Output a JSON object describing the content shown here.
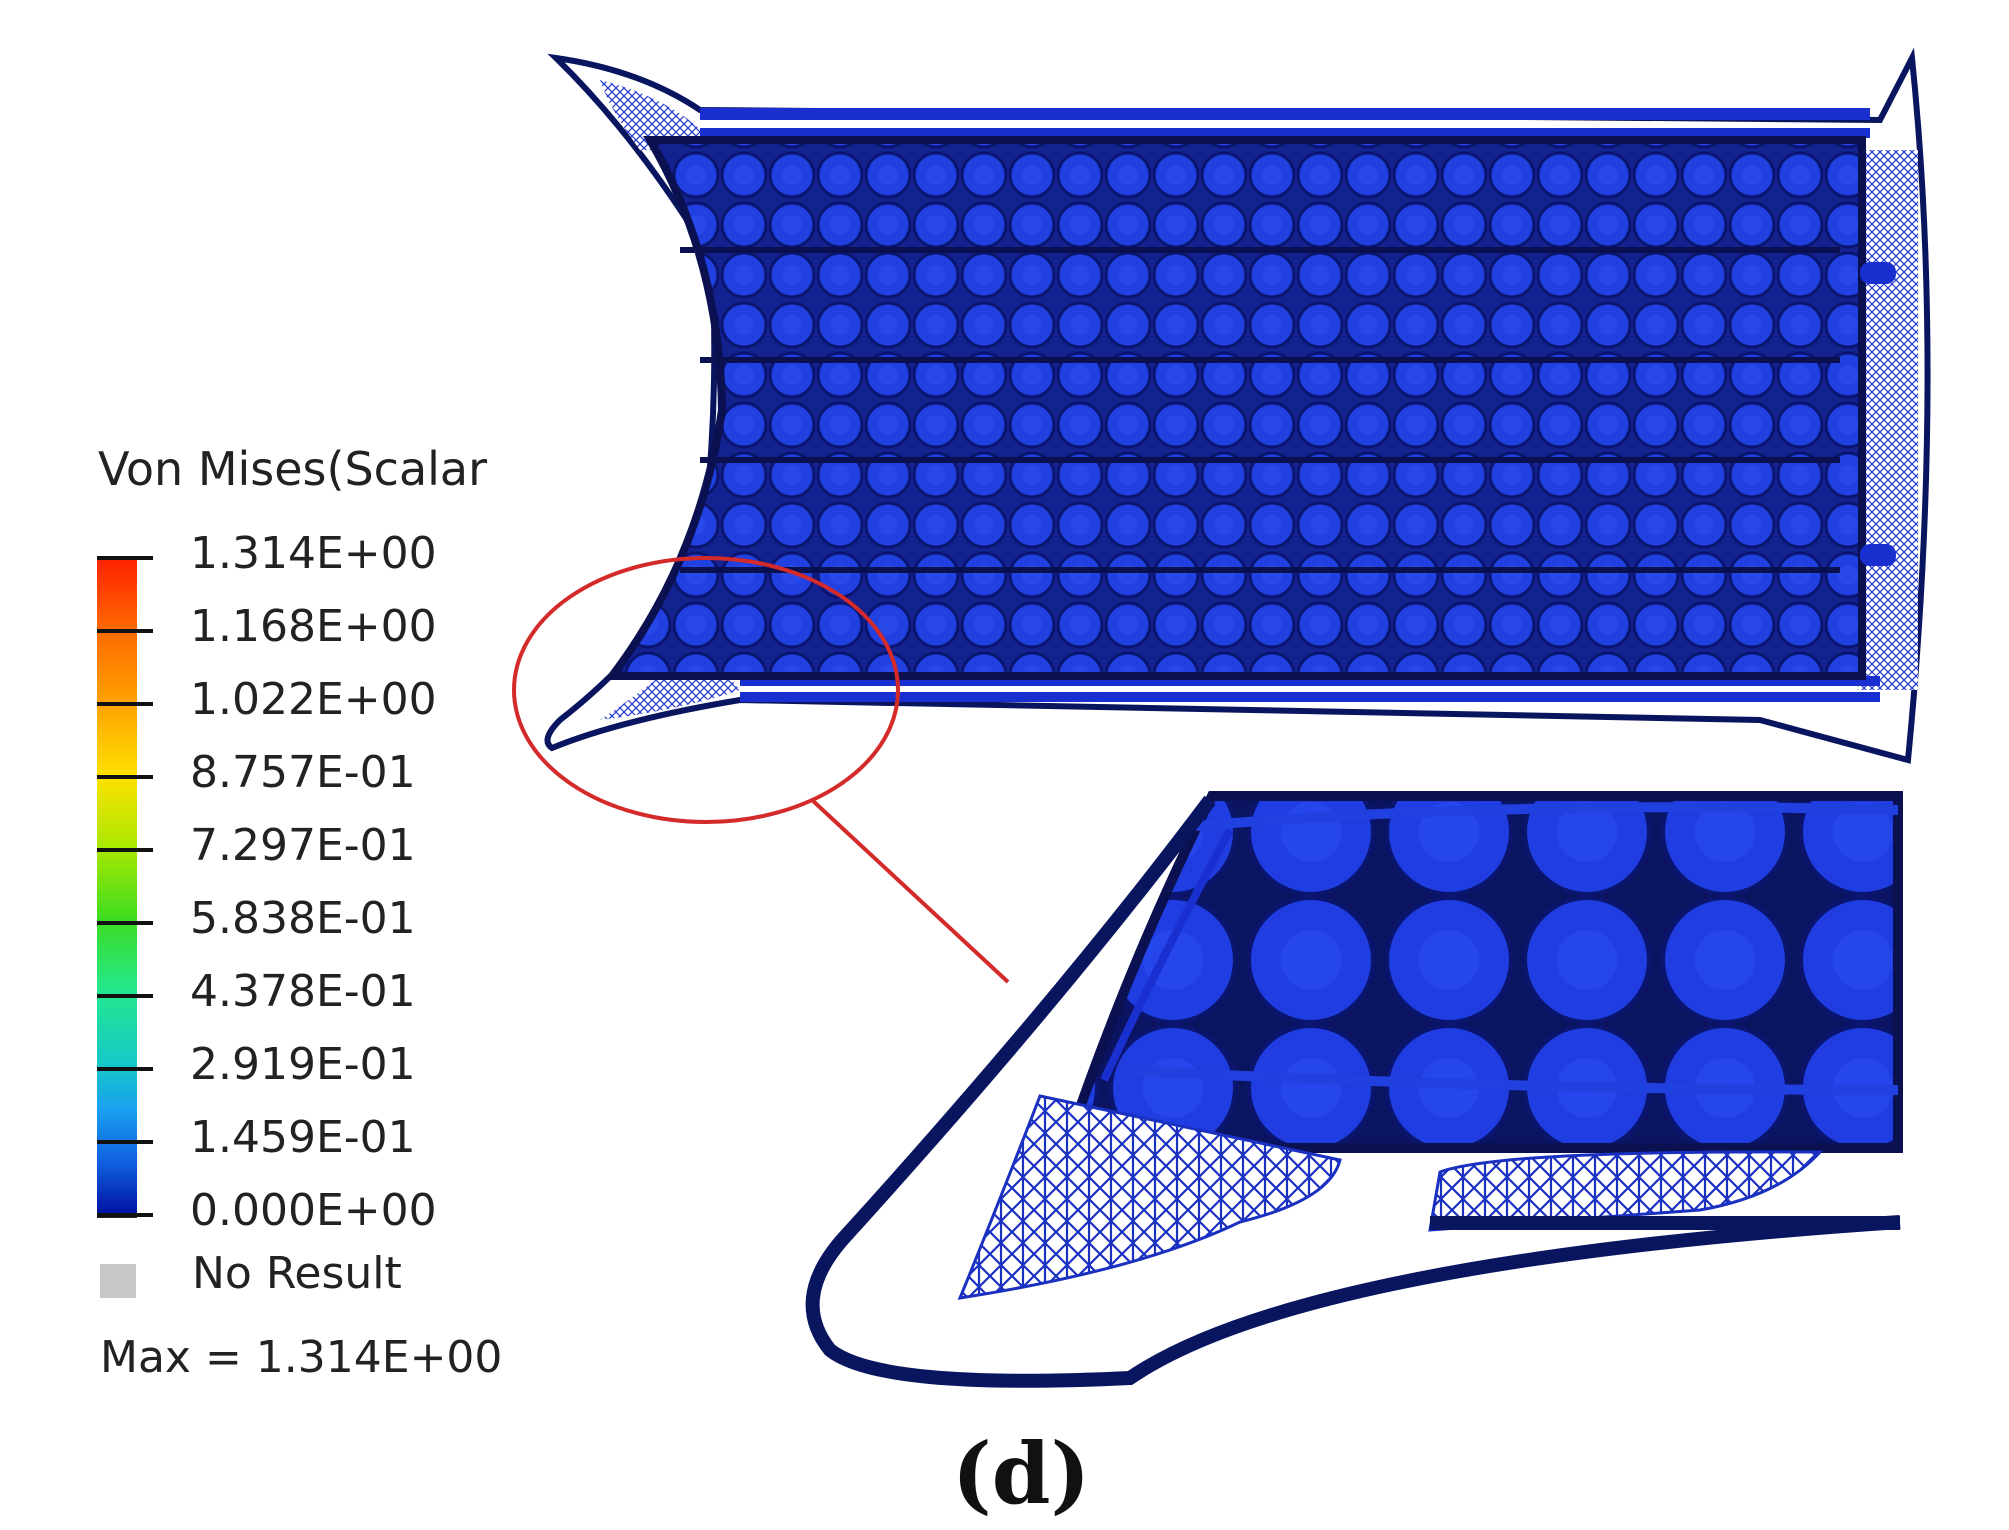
{
  "legend": {
    "title": "Von Mises(Scalar v",
    "labels": [
      "1.314E+00",
      "1.168E+00",
      "1.022E+00",
      "8.757E-01",
      "7.297E-01",
      "5.838E-01",
      "4.378E-01",
      "2.919E-01",
      "1.459E-01",
      "0.000E+00"
    ],
    "no_result": "No Result",
    "max": "Max =  1.314E+00"
  },
  "caption": "(d)",
  "colors": {
    "mesh_blue": "#1a2fd0",
    "mesh_dark": "#0a1a7a",
    "highlight_red": "#d42a2a",
    "no_result_gray": "#c8c8c8"
  }
}
